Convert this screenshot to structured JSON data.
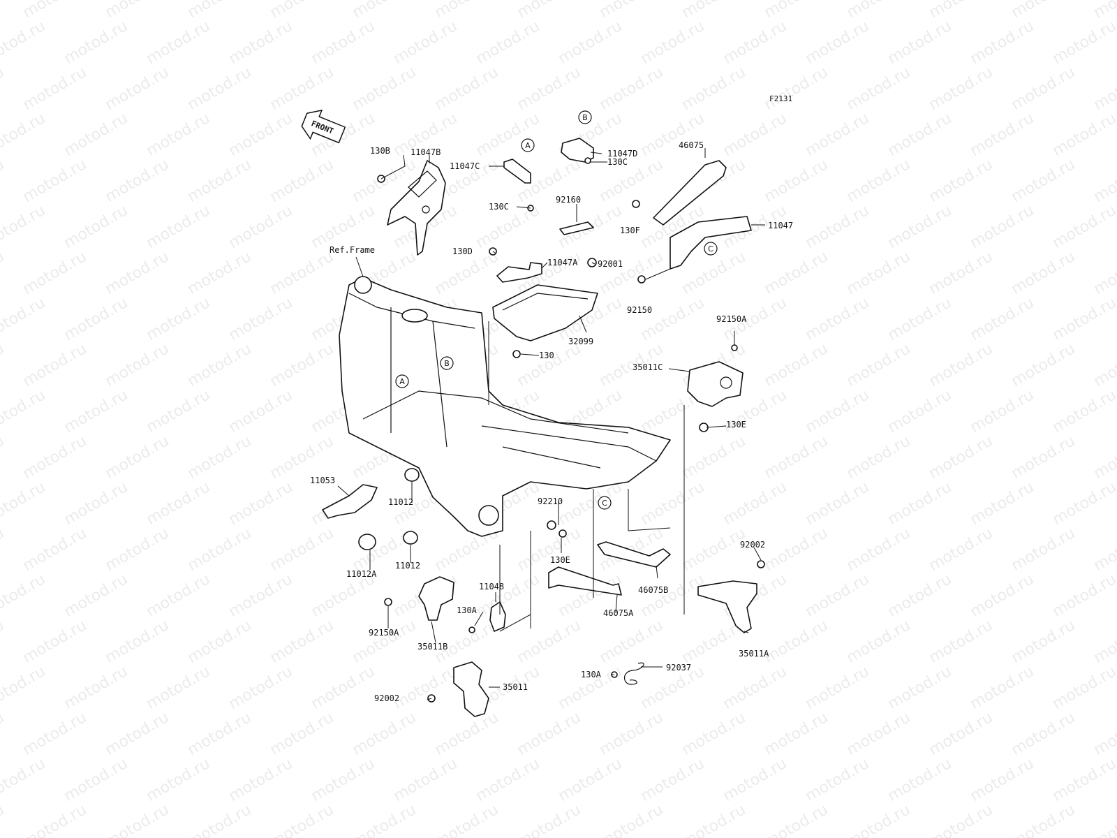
{
  "figure_id": "F2131",
  "watermark": "motod.ru",
  "front_arrow_label": "FRONT",
  "ref_frame_label": "Ref.Frame",
  "circle_refs": [
    "A",
    "B",
    "C"
  ],
  "parts": [
    "130B",
    "11047B",
    "11047C",
    "11047D",
    "130C",
    "46075",
    "92160",
    "130F",
    "11047",
    "130D",
    "11047A",
    "92001",
    "92150",
    "32099",
    "130",
    "92150A",
    "35011C",
    "130E",
    "11053",
    "11012",
    "92210",
    "11012A",
    "46075B",
    "92002",
    "11048",
    "130A",
    "46075A",
    "35011B",
    "35011A",
    "92037",
    "35011"
  ]
}
